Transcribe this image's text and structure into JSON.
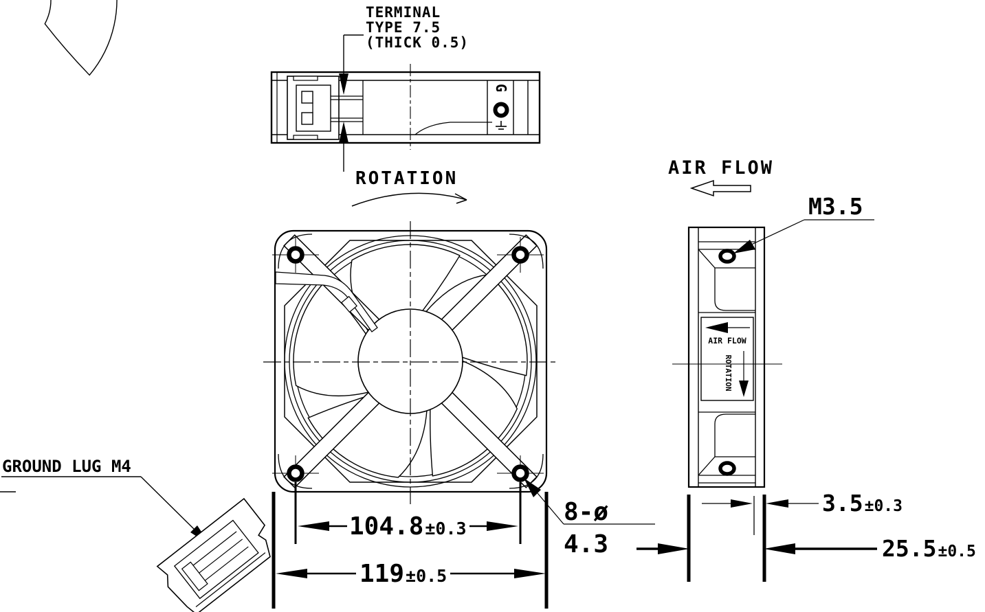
{
  "drawing": {
    "type": "mechanical-engineering-drawing",
    "subject": "119mm AC axial fan, 3-view dimensional drawing",
    "labels": {
      "terminal1": "TERMINAL",
      "terminal2": "TYPE 7.5",
      "terminal3": "(THICK 0.5)",
      "rotation": "ROTATION",
      "airflow": "AIR FLOW",
      "m35": "M3.5",
      "ground_lug": "GROUND LUG M4",
      "side_airflow": "AIR FLOW",
      "side_rotation": "ROTATION",
      "marking_g": "G"
    },
    "dims": {
      "pitch_value": "104.8",
      "pitch_tol": "±0.3",
      "width_value": "119",
      "width_tol": "±0.5",
      "holes1": "8-ø",
      "holes2": "4.3",
      "flange_value": "3.5",
      "flange_tol": "±0.3",
      "depth_value": "25.5",
      "depth_tol": "±0.5"
    },
    "icons": {
      "rotation_arrow": "curved-clockwise-arrow",
      "airflow_arrow": "left-outline-arrow",
      "ground_symbol": "earth-ground-symbol",
      "o_marking": "bold-ring-marking"
    },
    "colors": {
      "line": "#000000",
      "background": "#ffffff"
    }
  }
}
